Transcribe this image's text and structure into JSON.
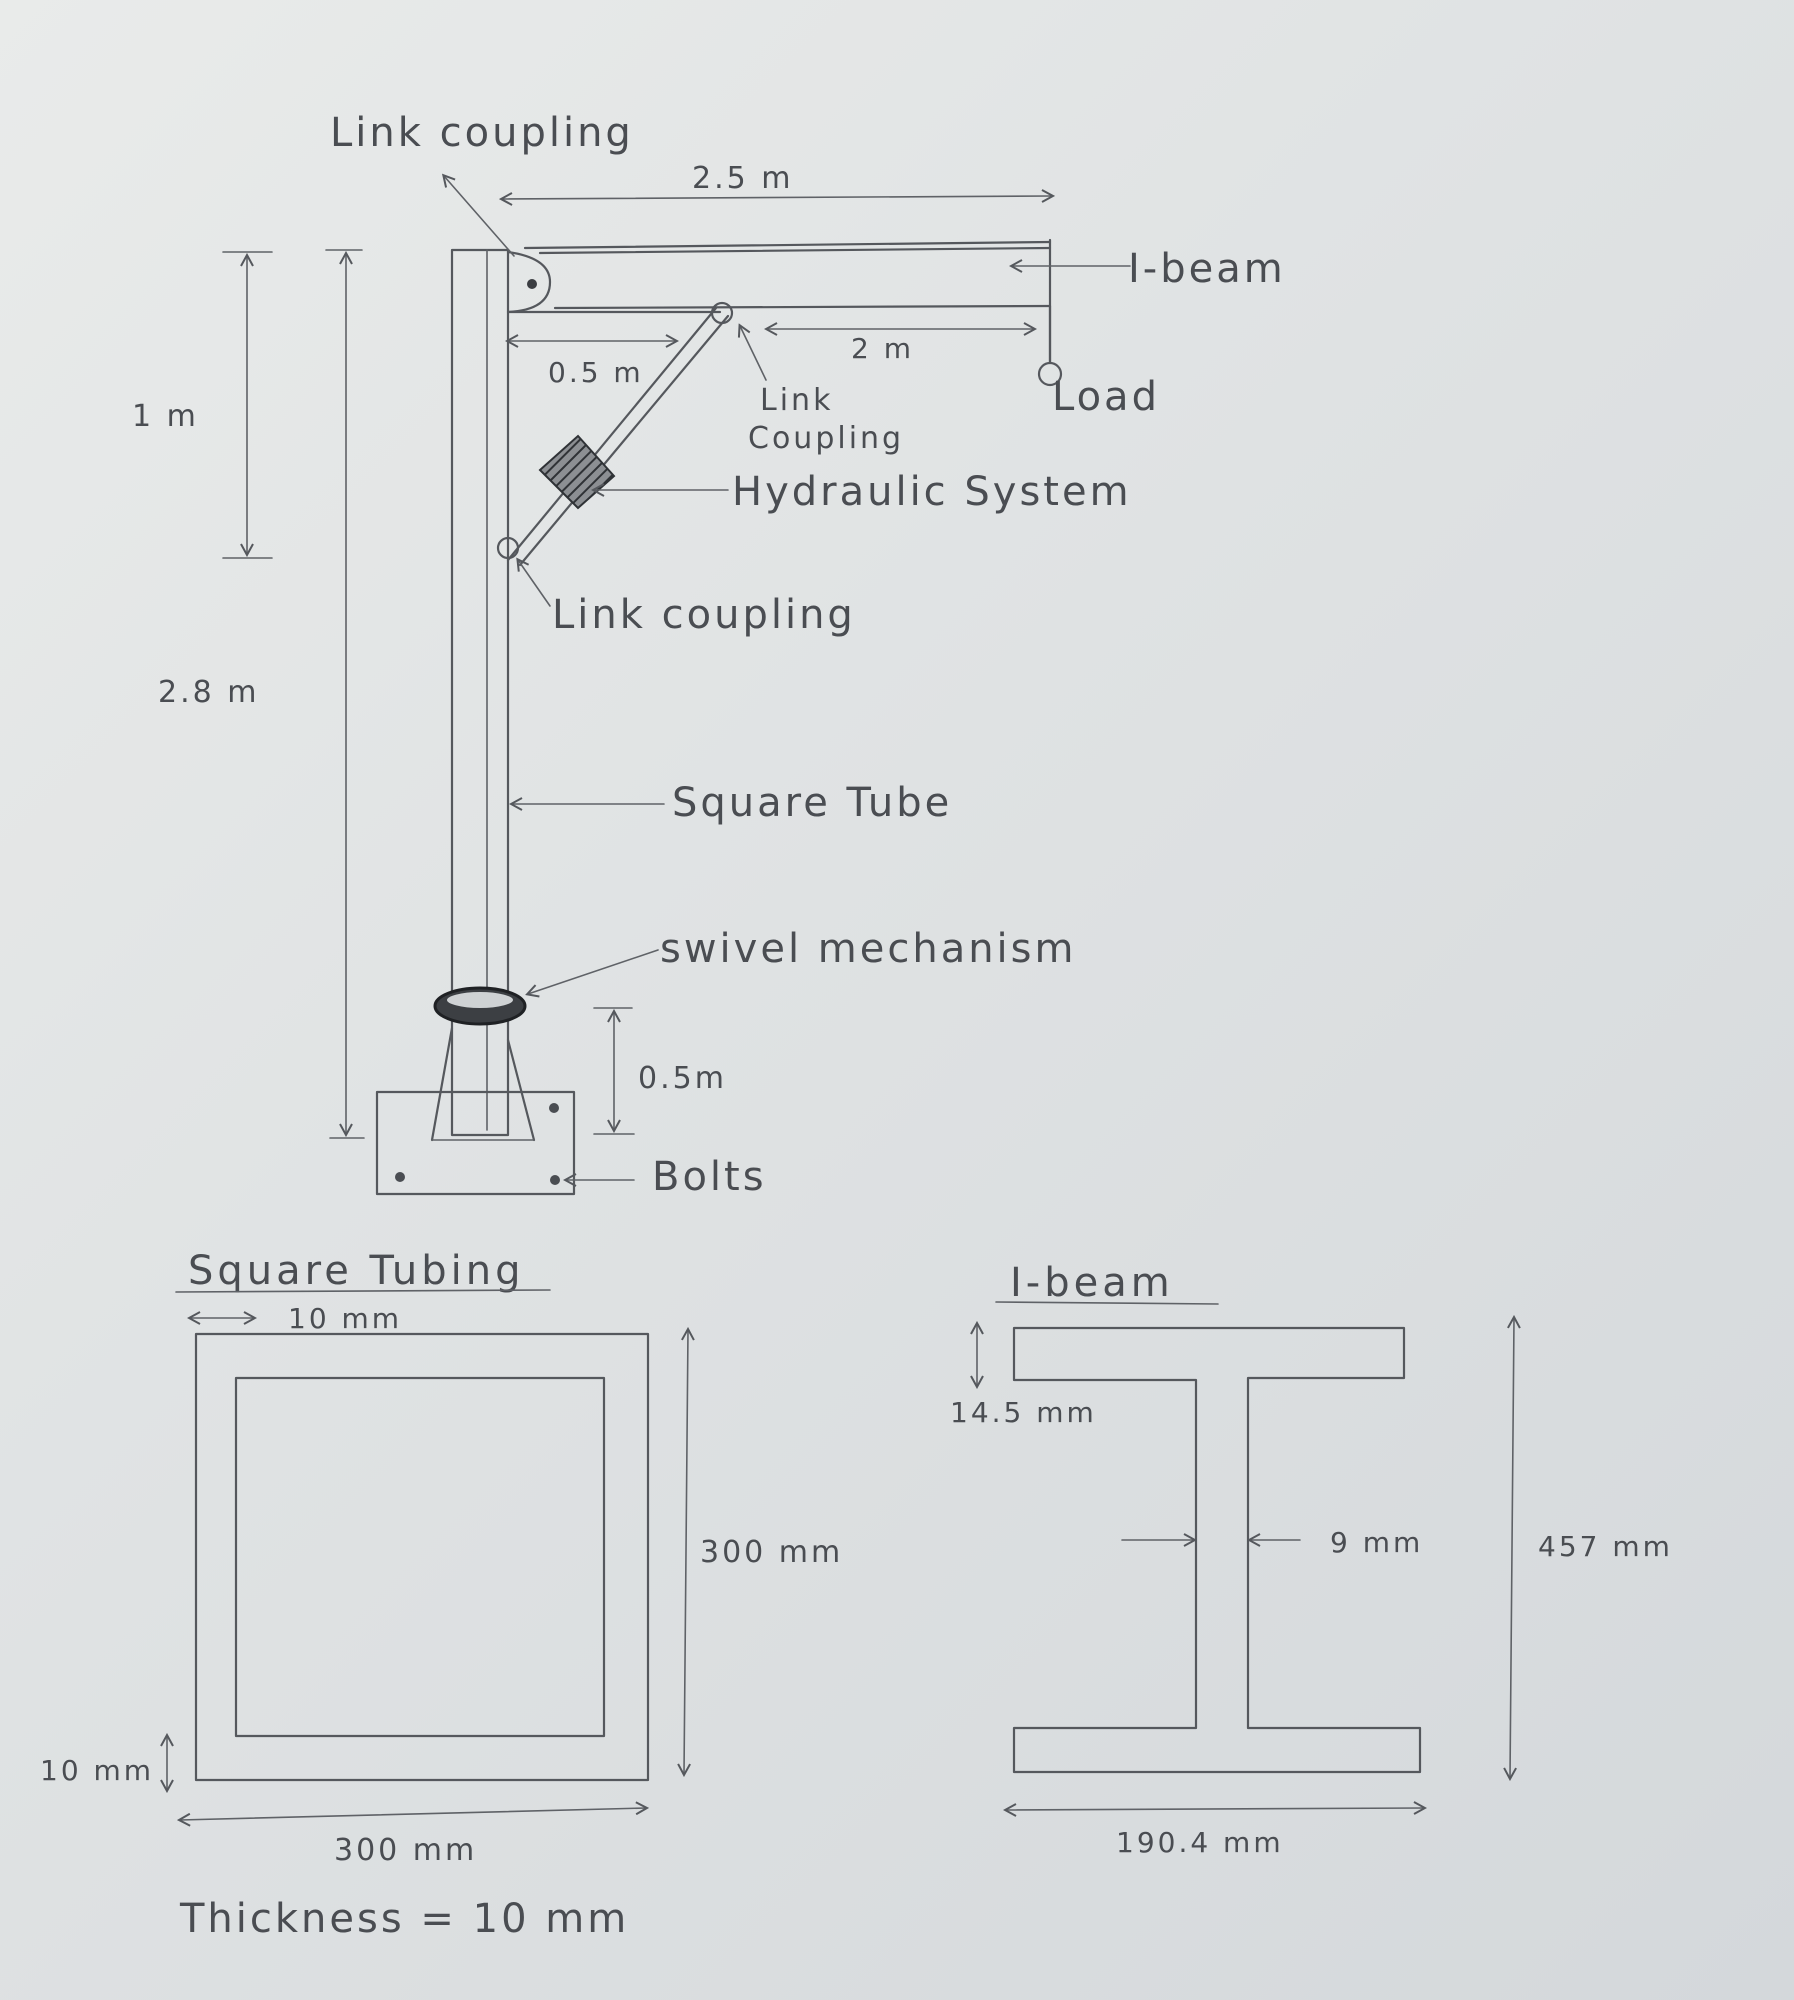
{
  "crane": {
    "top_link_label": "Link coupling",
    "beam_length": "2.5 m",
    "ibeam_label": "I-beam",
    "short_span": "0.5 m",
    "long_span": "2 m",
    "mid_link_label_line1": "Link",
    "mid_link_label_line2": "Coupling",
    "load_label": "Load",
    "hydraulic_label": "Hydraulic System",
    "lower_link_label": "Link coupling",
    "strut_height": "1 m",
    "total_height": "2.8 m",
    "tube_label": "Square Tube",
    "swivel_label": "swivel mechanism",
    "base_height": "0.5m",
    "bolts_label": "Bolts"
  },
  "square_tubing": {
    "title": "Square Tubing",
    "wall_top": "10 mm",
    "height": "300 mm",
    "wall_side": "10 mm",
    "width": "300 mm",
    "thickness_note": "Thickness = 10 mm"
  },
  "ibeam_section": {
    "title": "I-beam",
    "flange": "14.5 mm",
    "web": "9 mm",
    "depth": "457 mm",
    "width": "190.4 mm"
  }
}
